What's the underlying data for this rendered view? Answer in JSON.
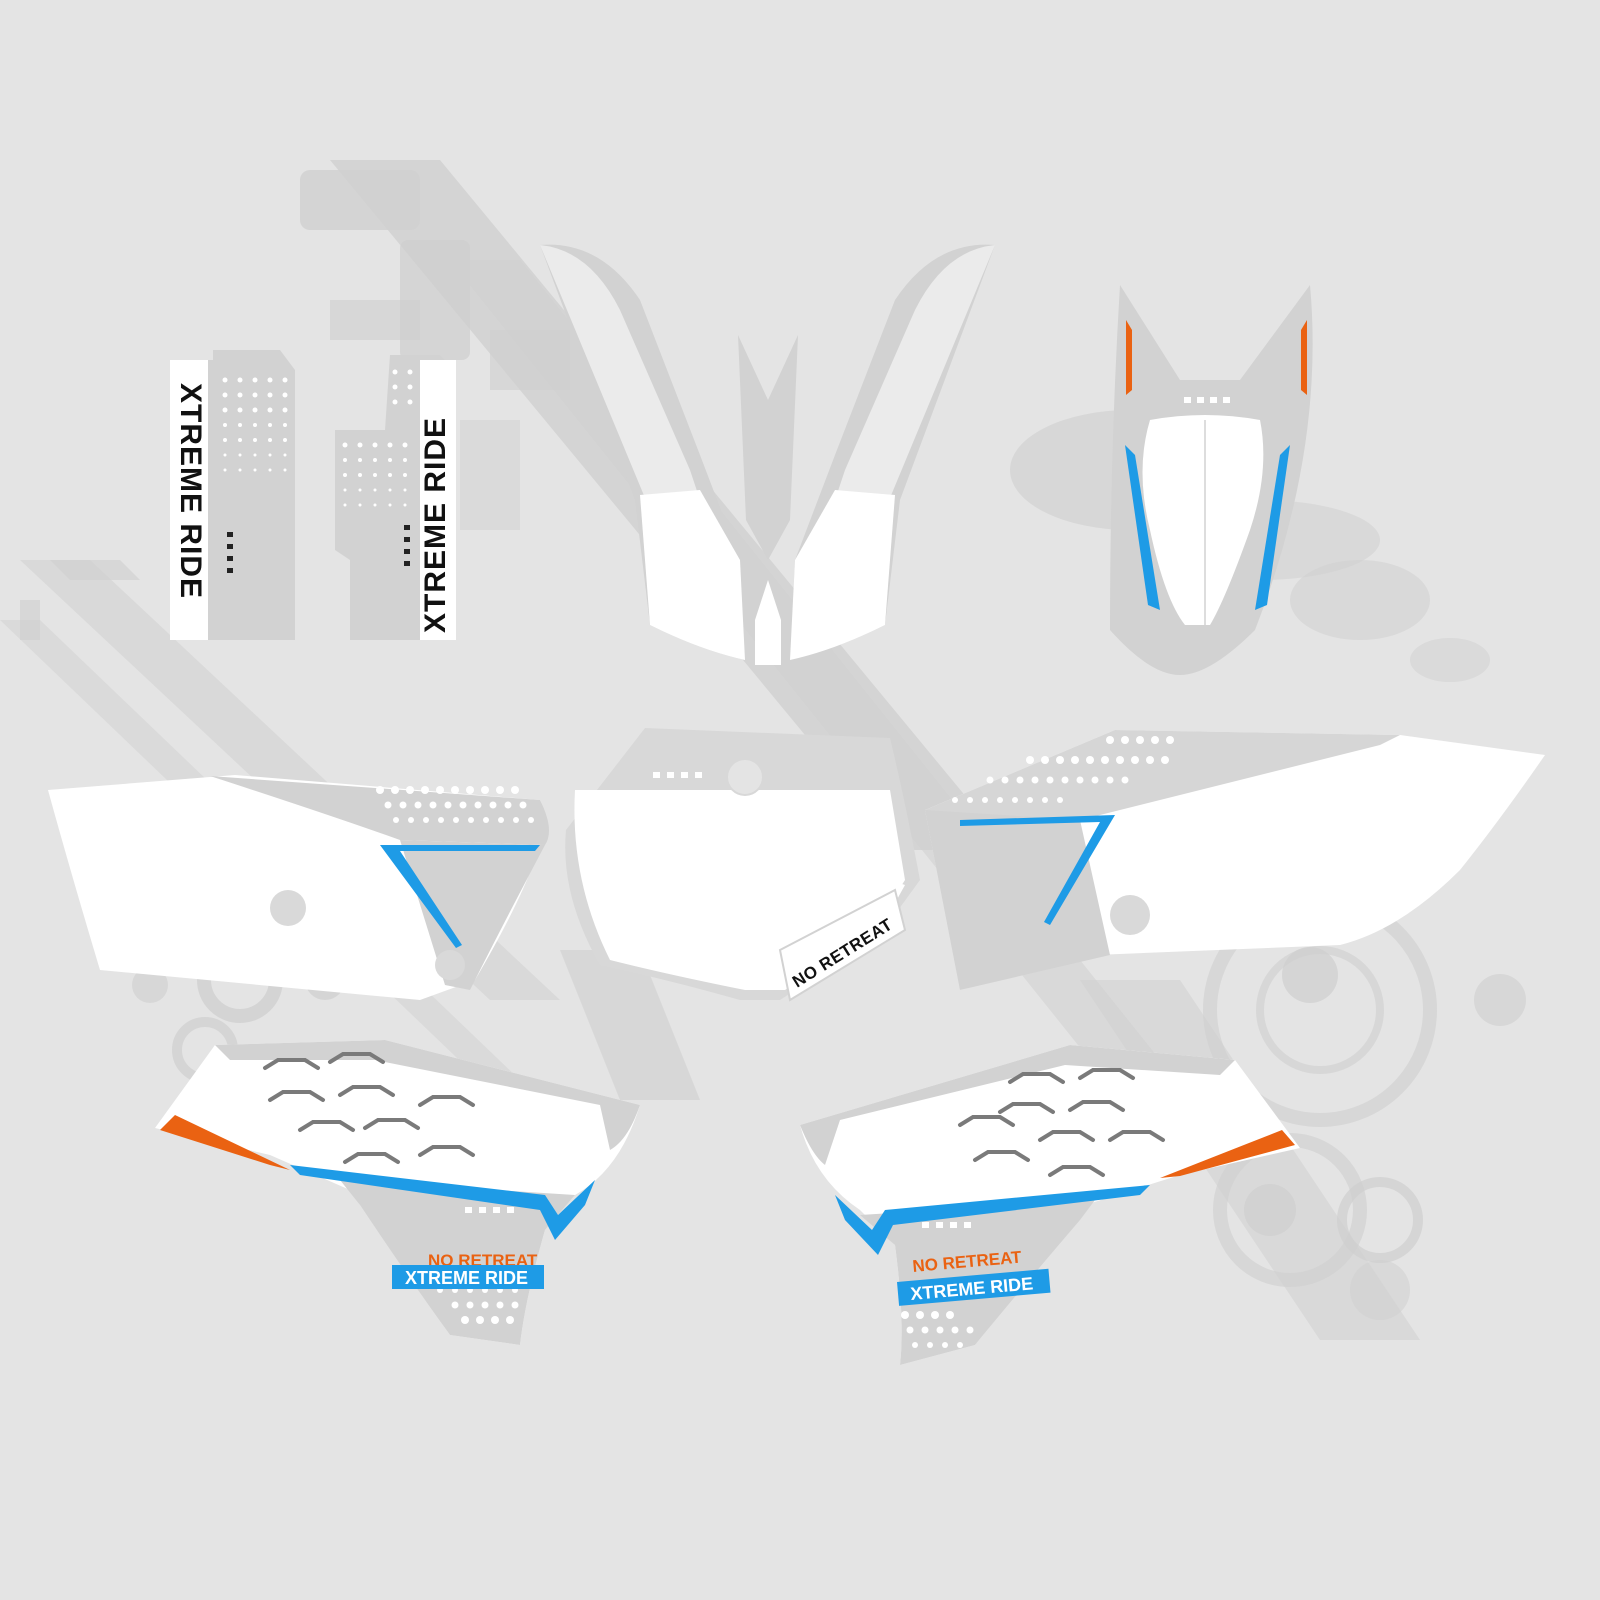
{
  "graphics_kit": {
    "brand_primary": "XTREME RIDE",
    "brand_secondary": "NO RETREAT",
    "colors": {
      "background": "#e4e4e4",
      "decal_white": "#ffffff",
      "decal_grey": "#d2d2d2",
      "accent_blue": "#1e9be6",
      "accent_orange": "#ea6212",
      "text_black": "#111111",
      "backdrop_grey": "#cdcdcd"
    },
    "parts": {
      "fork_guard_left": {
        "label": "XTREME RIDE"
      },
      "fork_guard_right": {
        "label": "XTREME RIDE"
      },
      "number_plate": {
        "badge": "NO RETREAT"
      },
      "shroud_left": {
        "line1": "NO RETREAT",
        "line2": "XTREME RIDE"
      },
      "shroud_right": {
        "line1": "NO RETREAT",
        "line2": "XTREME RIDE"
      }
    }
  }
}
